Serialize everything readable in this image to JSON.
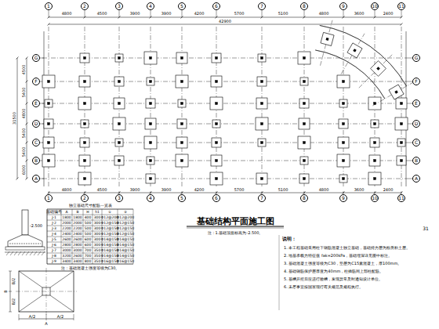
{
  "diagram": {
    "title": "基础结构平面施工图",
    "nodes": [
      {
        "text": [
          "1"
        ]
      },
      {
        "text": [
          "2"
        ]
      },
      {
        "text": [
          "3"
        ]
      },
      {
        "text": [
          "4"
        ]
      },
      {
        "text": [
          "5"
        ]
      },
      {
        "text": [
          "6"
        ]
      },
      {
        "text": [
          "7"
        ]
      },
      {
        "text": [
          "8"
        ]
      },
      {
        "text": [
          "9"
        ]
      },
      {
        "text": [
          "10"
        ]
      },
      {
        "text": [
          "11"
        ]
      },
      {
        "text": [
          "1"
        ]
      },
      {
        "text": [
          "2"
        ]
      },
      {
        "text": [
          "3"
        ]
      },
      {
        "text": [
          "4"
        ]
      },
      {
        "text": [
          "5"
        ]
      },
      {
        "text": [
          "6"
        ]
      },
      {
        "text": [
          "7"
        ]
      },
      {
        "text": [
          "8"
        ]
      },
      {
        "text": [
          "9"
        ]
      },
      {
        "text": [
          "10"
        ]
      },
      {
        "text": [
          "11"
        ]
      },
      {
        "text": [
          "A"
        ]
      },
      {
        "text": [
          "B"
        ]
      },
      {
        "text": [
          "C"
        ]
      },
      {
        "text": [
          "D"
        ]
      },
      {
        "text": [
          "E"
        ]
      },
      {
        "text": [
          "F"
        ]
      },
      {
        "text": [
          "G"
        ]
      },
      {
        "text": [
          "A"
        ]
      },
      {
        "text": [
          "B"
        ]
      },
      {
        "text": [
          "C"
        ]
      },
      {
        "text": [
          "D"
        ]
      },
      {
        "text": [
          "E"
        ]
      },
      {
        "text": [
          "F"
        ]
      },
      {
        "text": [
          "G"
        ]
      }
    ],
    "labels": [
      "注：1.基础顶面标高为-2.500。",
      "独立基础尺寸配筋一览表",
      "基础编号",
      "A",
      "B",
      "H",
      "h1",
      "①",
      "②",
      "J-1",
      "1800",
      "1800",
      "400",
      "300",
      "Φ12@200",
      "Φ12@200",
      "J-2",
      "2000",
      "2000",
      "500",
      "300",
      "Φ12@150",
      "Φ12@150",
      "J-3",
      "2200",
      "2200",
      "500",
      "300",
      "Φ12@150",
      "Φ12@150",
      "J-4",
      "2400",
      "2400",
      "500",
      "300",
      "Φ12@150",
      "Φ12@150",
      "J-5",
      "2600",
      "2600",
      "600",
      "300",
      "Φ14@150",
      "Φ14@150",
      "J-6",
      "2800",
      "2800",
      "600",
      "300",
      "Φ14@150",
      "Φ14@150",
      "J-7",
      "3000",
      "3000",
      "700",
      "350",
      "Φ14@150",
      "Φ14@150",
      "J-8",
      "3200",
      "2600",
      "700",
      "350",
      "Φ14@150",
      "Φ14@150",
      "J-9",
      "3400",
      "3400",
      "800",
      "350",
      "Φ16@150",
      "Φ16@150",
      "注：基础混凝土强度等级为C30。",
      "4800",
      "4500",
      "3900",
      "3900",
      "4200",
      "5700",
      "5100",
      "4800",
      "3600",
      "2400",
      "42900",
      "4800",
      "4500",
      "3900",
      "3900",
      "4200",
      "5700",
      "5100",
      "4800",
      "3600",
      "2400",
      "6000",
      "5400",
      "5400",
      "4800",
      "5400",
      "4500",
      "31500",
      "说明：",
      "1. 本工程基础采用柱下钢筋混凝土独立基础，基础持力层为粉质粘土层。",
      "2. 地基承载力特征值 fak=200kPa，基础埋深详见图中标注。",
      "3. 基础混凝土强度等级为C30，垫层为C15素混凝土，厚100mm。",
      "4. 基础钢筋保护层厚度为40mm，柱插筋同上部柱配筋。",
      "5. 基槽开挖后应进行验槽，发现异常及时通知设计单位。",
      "6. 未尽事宜按国家现行有关规范及规程执行。",
      "A/2",
      "A/2",
      "A",
      "B/2",
      "B/2",
      "B",
      "-2.500",
      "31"
    ]
  }
}
